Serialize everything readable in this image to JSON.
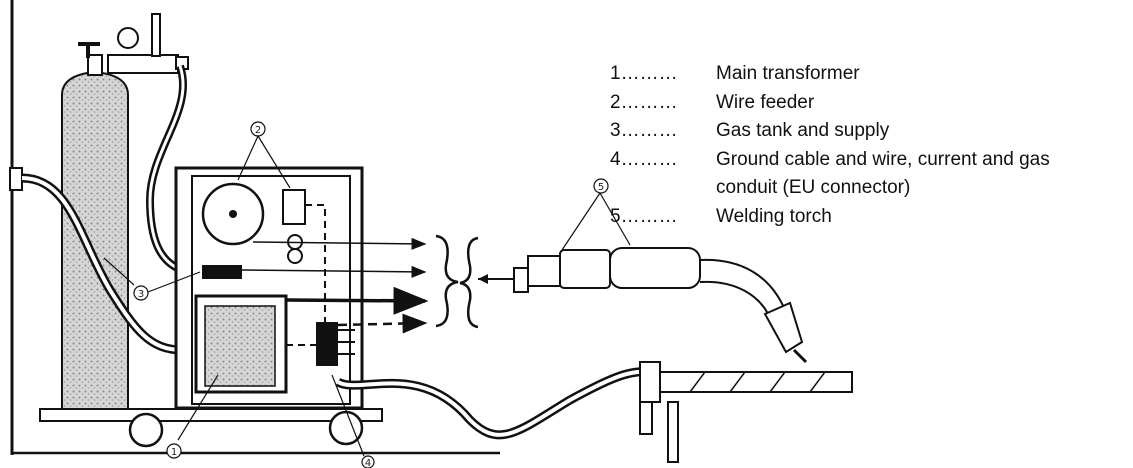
{
  "legend": {
    "items": [
      {
        "number": "1",
        "dots": "………",
        "label": "Main transformer"
      },
      {
        "number": "2",
        "dots": "………",
        "label": "Wire feeder"
      },
      {
        "number": "3",
        "dots": "………",
        "label": "Gas tank and supply"
      },
      {
        "number": "4",
        "dots": "………",
        "label": "Ground cable and wire, current and gas",
        "continuation": "conduit (EU connector)"
      },
      {
        "number": "5",
        "dots": "………",
        "label": "Welding torch"
      }
    ]
  },
  "markers": [
    "1",
    "2",
    "3",
    "4",
    "5"
  ]
}
